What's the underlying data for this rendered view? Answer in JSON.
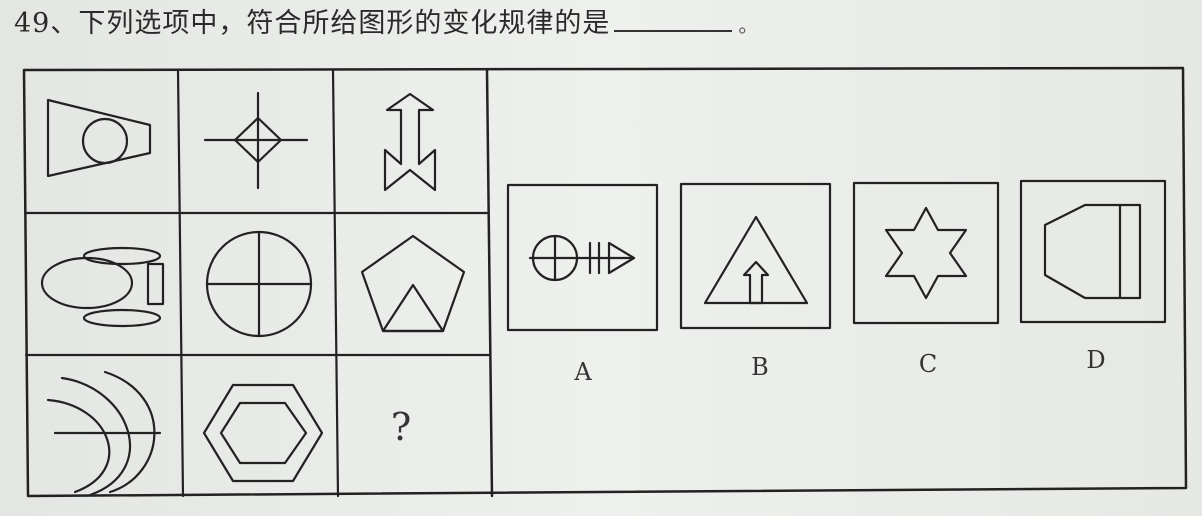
{
  "question": {
    "number": "49、",
    "text": "下列选项中，符合所给图形的变化规律的是",
    "period": "。"
  },
  "grid": {
    "missing_mark": "?"
  },
  "options": [
    {
      "label": "A",
      "icon": "circle-arrow-icon"
    },
    {
      "label": "B",
      "icon": "triangle-arrow-icon"
    },
    {
      "label": "C",
      "icon": "star-icon"
    },
    {
      "label": "D",
      "icon": "trapezoid-icon"
    }
  ]
}
